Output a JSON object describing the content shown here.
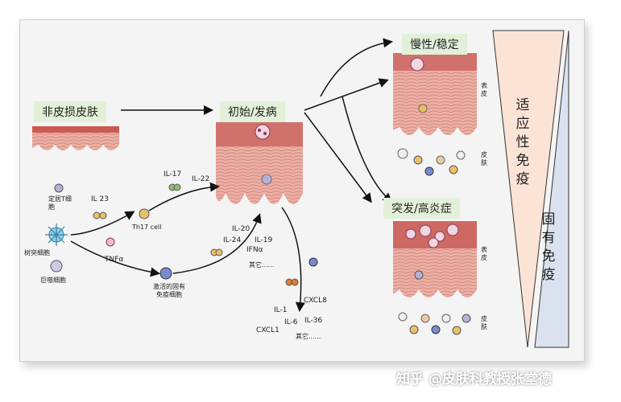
{
  "labels": {
    "non_lesional": "非皮损皮肤",
    "onset": "初始/发病",
    "chronic": "慢性/稳定",
    "flare": "突发/高炎症",
    "epidermis": "表皮",
    "dermis": "皮肤",
    "adaptive": "适应性免疫",
    "innate": "固有免疫"
  },
  "cells": {
    "tcell": "定居T细胞",
    "dendritic": "树突细胞",
    "macrophage": "巨噬细胞",
    "th17": "Th17 cell",
    "activated_innate": "激活的固有免疫细胞"
  },
  "cytokines": {
    "il23": "IL 23",
    "tnf": "TNFα",
    "il17": "IL-17",
    "il22": "IL-22",
    "il20": "IL-20",
    "il24": "IL-24",
    "il19": "IL-19",
    "ifn": "IFNα",
    "other1": "其它......",
    "cxcl8": "CXCL8",
    "il1": "IL-1",
    "il6": "IL-6",
    "il36": "IL-36",
    "cxcl1": "CXCL1",
    "other2": "其它......"
  },
  "watermark": "知乎 @皮肤科教授张堂德",
  "colors": {
    "label_bg": "#e3f0d9",
    "adaptive_fill": "#fbe3d6",
    "innate_fill": "#d9e2ee",
    "skin": "#e9a49a",
    "skin_dark": "#c95a52"
  }
}
